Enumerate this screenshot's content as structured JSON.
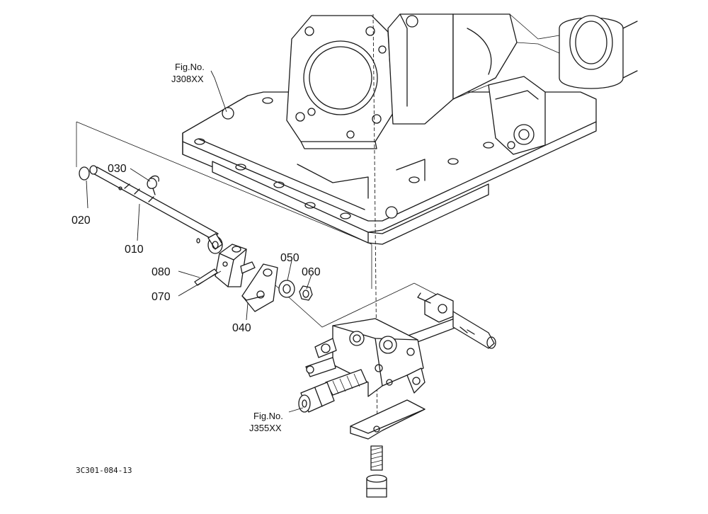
{
  "part_labels": {
    "p010": "010",
    "p020": "020",
    "p030": "030",
    "p040": "040",
    "p050": "050",
    "p060": "060",
    "p070": "070",
    "p080": "080"
  },
  "fig_refs": {
    "top": {
      "line1": "Fig.No.",
      "line2": "J308XX"
    },
    "bottom": {
      "line1": "Fig.No.",
      "line2": "J355XX"
    }
  },
  "drawing_code": "3C301-084-13"
}
